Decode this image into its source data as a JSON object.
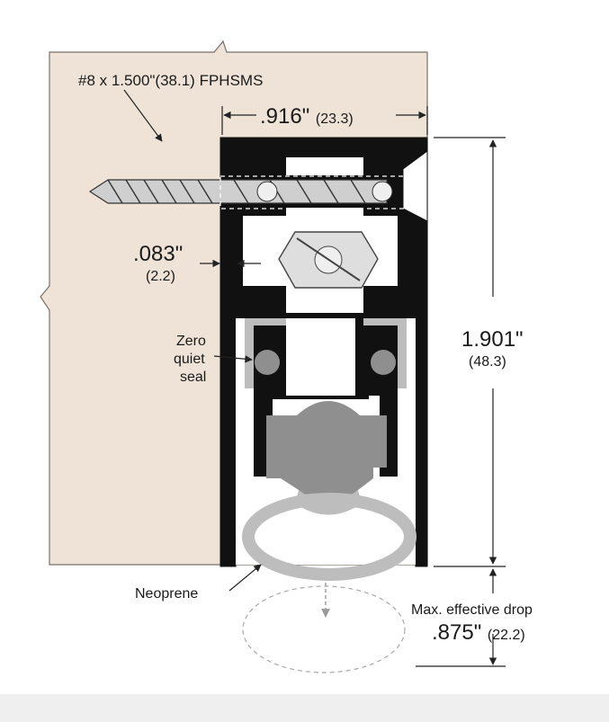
{
  "labels": {
    "screw": "#8 x 1.500\"(38.1) FPHSMS",
    "width_main": ".916\"",
    "width_mm": "(23.3)",
    "wall_main": ".083\"",
    "wall_mm": "(2.2)",
    "seal_line1": "Zero",
    "seal_line2": "quiet",
    "seal_line3": "seal",
    "height_main": "1.901\"",
    "height_mm": "(48.3)",
    "material": "Neoprene",
    "drop_title": "Max. effective drop",
    "drop_main": ".875\"",
    "drop_mm": "(22.2)"
  },
  "colors": {
    "door": "#efe3d7",
    "housing": "#111111",
    "gray_part": "#8f8f8f",
    "light_part": "#bdbdbd",
    "white": "#ffffff"
  }
}
